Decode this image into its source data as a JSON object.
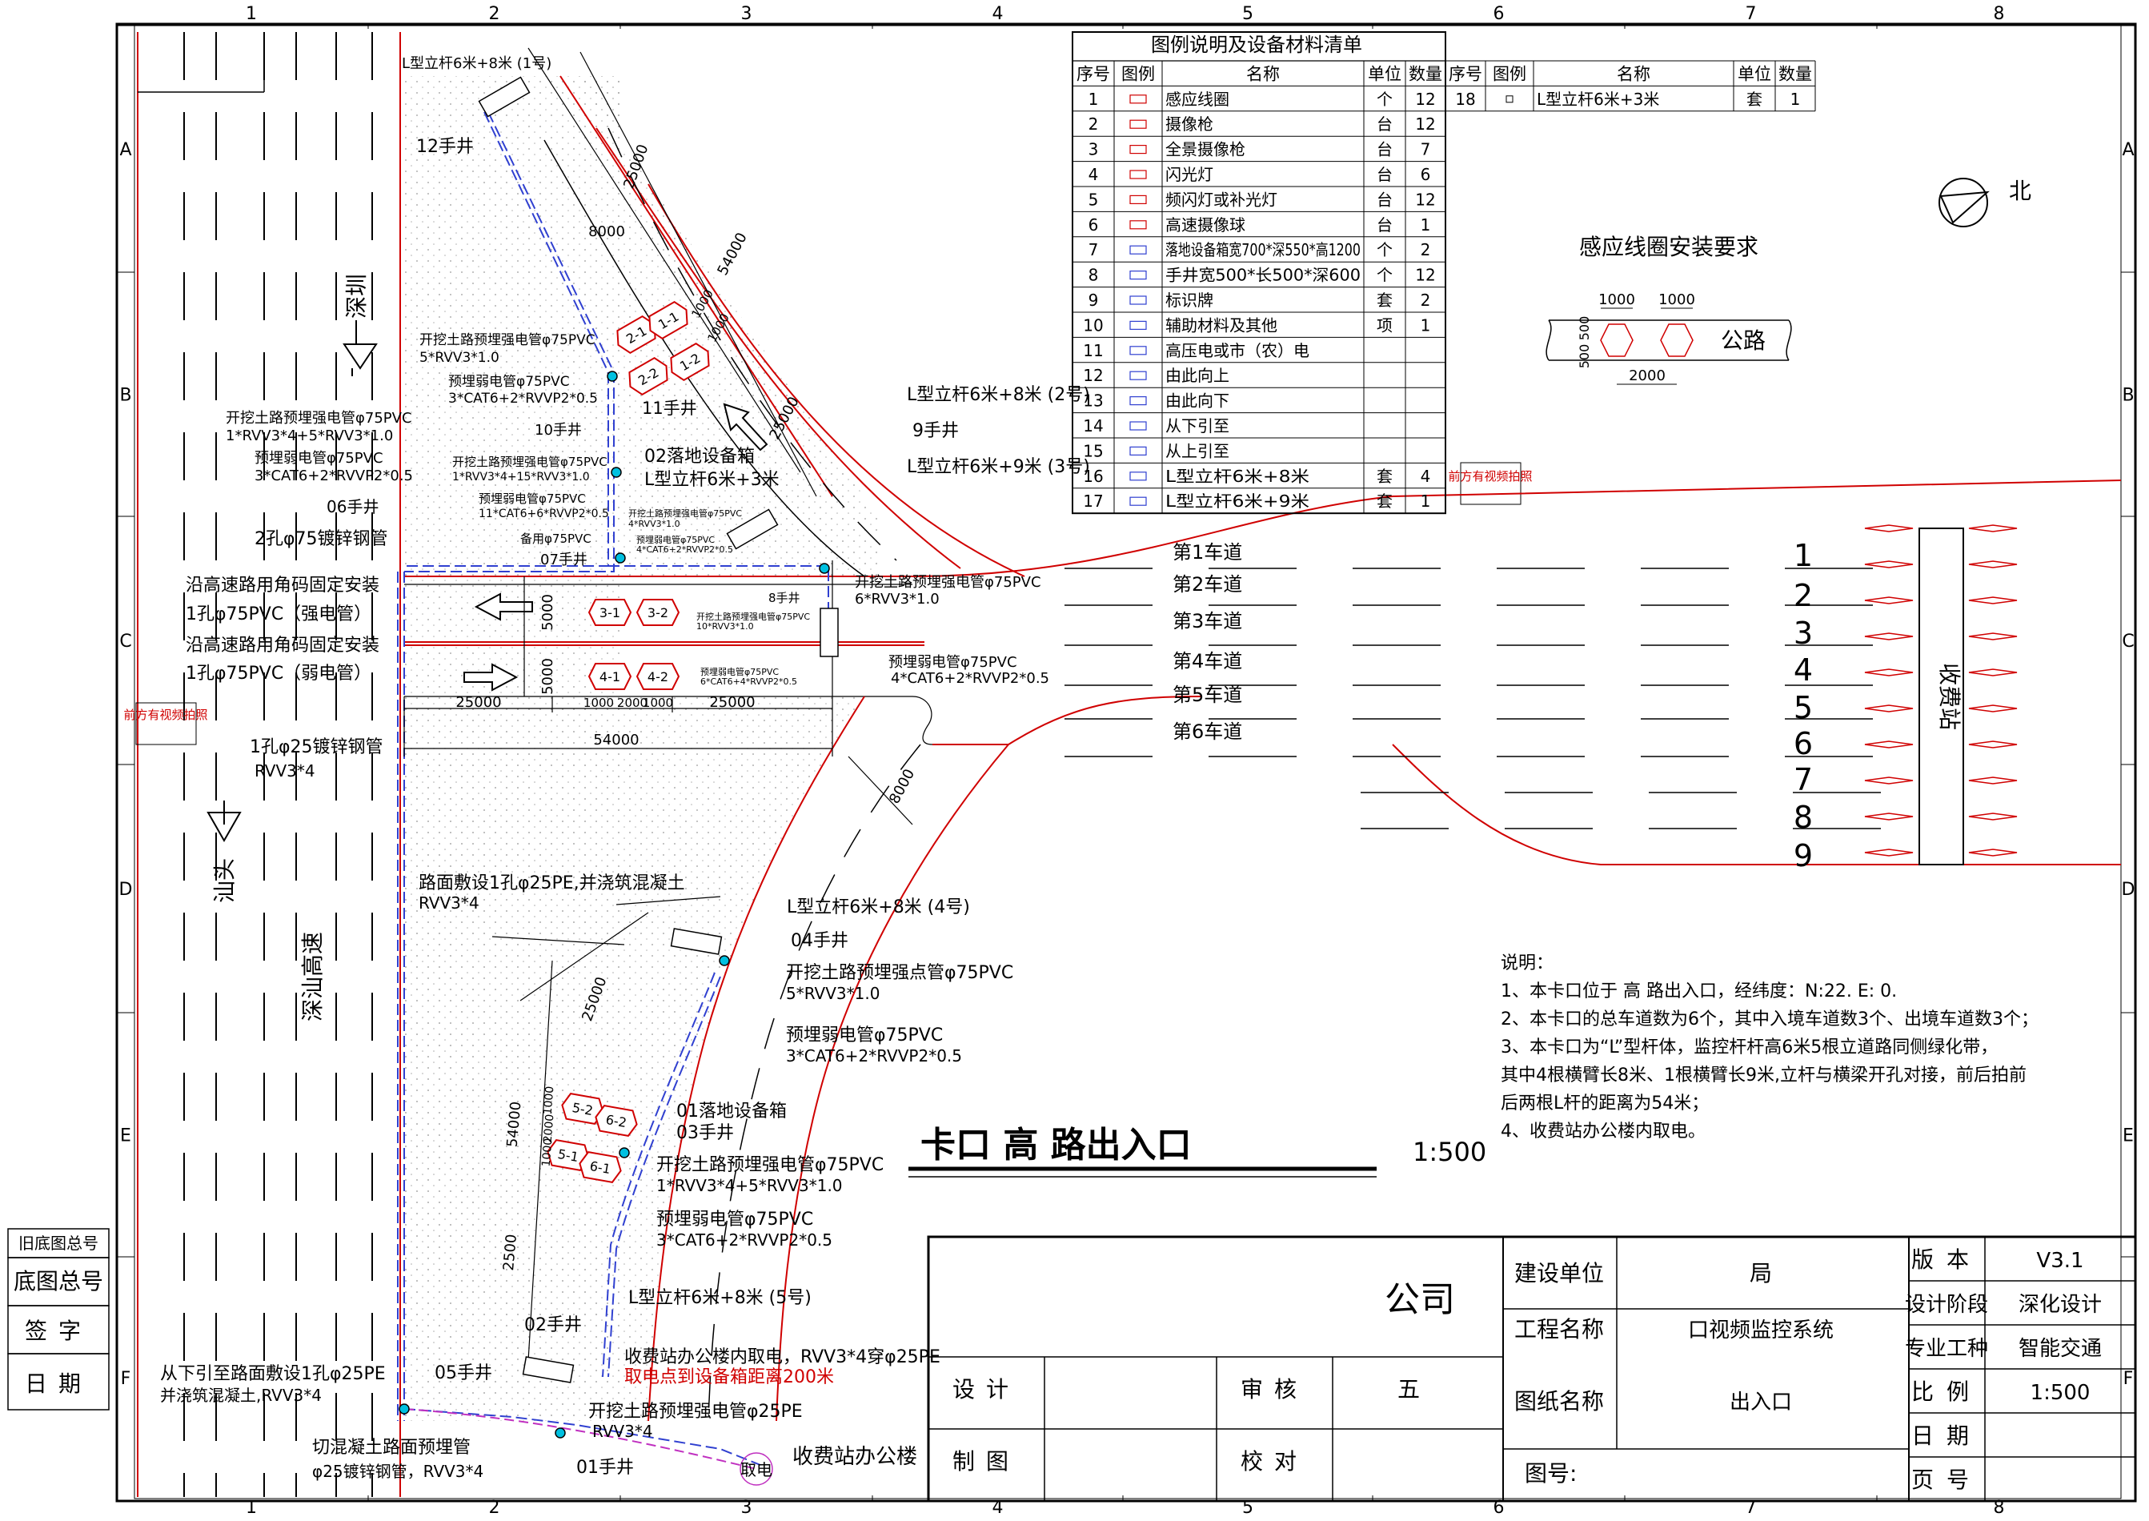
{
  "frame": {
    "cols": [
      "1",
      "2",
      "3",
      "4",
      "5",
      "6",
      "7",
      "8"
    ],
    "rows": [
      "A",
      "B",
      "C",
      "D",
      "E",
      "F"
    ]
  },
  "legend": {
    "title": "图例说明及设备材料清单",
    "headers": [
      "序号",
      "图例",
      "名称",
      "单位",
      "数量"
    ],
    "items": [
      {
        "no": "1",
        "name": "感应线圈",
        "unit": "个",
        "qty": "12"
      },
      {
        "no": "2",
        "name": "摄像枪",
        "unit": "台",
        "qty": "12"
      },
      {
        "no": "3",
        "name": "全景摄像枪",
        "unit": "台",
        "qty": "7"
      },
      {
        "no": "4",
        "name": "闪光灯",
        "unit": "台",
        "qty": "6"
      },
      {
        "no": "5",
        "name": "频闪灯或补光灯",
        "unit": "台",
        "qty": "12"
      },
      {
        "no": "6",
        "name": "高速摄像球",
        "unit": "台",
        "qty": "1"
      },
      {
        "no": "7",
        "name": "落地设备箱宽700*深550*高1200",
        "unit": "个",
        "qty": "2"
      },
      {
        "no": "8",
        "name": "手井宽500*长500*深600",
        "unit": "个",
        "qty": "12"
      },
      {
        "no": "9",
        "name": "标识牌",
        "unit": "套",
        "qty": "2"
      },
      {
        "no": "10",
        "name": "辅助材料及其他",
        "unit": "项",
        "qty": "1"
      },
      {
        "no": "11",
        "name": "高压电或市（农）电",
        "unit": "",
        "qty": ""
      },
      {
        "no": "12",
        "name": "由此向上",
        "unit": "",
        "qty": ""
      },
      {
        "no": "13",
        "name": "由此向下",
        "unit": "",
        "qty": ""
      },
      {
        "no": "14",
        "name": "从下引至",
        "unit": "",
        "qty": ""
      },
      {
        "no": "15",
        "name": "从上引至",
        "unit": "",
        "qty": ""
      },
      {
        "no": "16",
        "name": "L型立杆6米+8米",
        "unit": "套",
        "qty": "4"
      },
      {
        "no": "17",
        "name": "L型立杆6米+9米",
        "unit": "套",
        "qty": "1"
      }
    ],
    "right_items": [
      {
        "no": "18",
        "name": "L型立杆6米+3米",
        "unit": "套",
        "qty": "1"
      }
    ]
  },
  "coil": {
    "title": "感应线圈安装要求",
    "dim_w1": "1000",
    "dim_w2": "1000",
    "dim_h1": "500",
    "dim_h2": "500",
    "dim_gap": "2000",
    "road": "公路"
  },
  "north": "北",
  "lanes": [
    "第1车道",
    "第2车道",
    "第3车道",
    "第4车道",
    "第5车道",
    "第6车道"
  ],
  "lane_numbers": [
    "1",
    "2",
    "3",
    "4",
    "5",
    "6",
    "7",
    "8",
    "9"
  ],
  "toll_station": "收费站",
  "places": {
    "shenzhen": "深圳",
    "shantou": "汕头",
    "expressway": "深汕高速",
    "office": "收费站办公楼",
    "power": "取电"
  },
  "red_notes": {
    "front_video": "前方有视频拍照"
  },
  "labels": {
    "pole1": "L型立杆6米+8米 (1号)",
    "pole2": "L型立杆6米+8米 (2号)",
    "pole3": "L型立杆6米+9米 (3号)",
    "pole4": "L型立杆6米+8米 (4号)",
    "pole5": "L型立杆6米+8米 (5号)",
    "pole63": "L型立杆6米+3米",
    "w12": "12手井",
    "w11": "11手井",
    "w10": "10手井",
    "w09": "9手井",
    "w08": "8手井",
    "w07": "07手井",
    "w06": "06手井",
    "w05": "05手井",
    "w04": "04手井",
    "w03": "03手井",
    "w02": "02手井",
    "w01": "01手井",
    "box02": "02落地设备箱",
    "box01": "01落地设备箱",
    "a1": "开挖土路预埋强电管φ75PVC",
    "a1b": "5*RVV3*1.0",
    "a2": "预埋弱电管φ75PVC",
    "a2b": "3*CAT6+2*RVVP2*0.5",
    "a3": "开挖土路预埋强电管φ75PVC",
    "a3b": "1*RVV3*4+5*RVV3*1.0",
    "a4": "预埋弱电管φ75PVC",
    "a4b": "3*CAT6+2*RVVP2*0.5",
    "a5": "开挖土路预埋强电管φ75PVC",
    "a5b": "1*RVV3*4+15*RVV3*1.0",
    "a6": "预埋弱电管φ75PVC",
    "a6b": "11*CAT6+6*RVVP2*0.5",
    "a7": "开挖土路预埋强电管φ75PVC",
    "a7b": "4*RVV3*1.0",
    "a8": "预埋弱电管φ75PVC",
    "a8b": "4*CAT6+2*RVVP2*0.5",
    "a9": "备用φ75PVC",
    "a10": "2孔φ75镀锌钢管",
    "a11": "沿高速路用角码固定安装",
    "a11b": "1孔φ75PVC（强电管）",
    "a12": "沿高速路用角码固定安装",
    "a12b": "1孔φ75PVC（弱电管）",
    "a13": "1孔φ25镀锌钢管",
    "a13b": "RVV3*4",
    "a14": "开挖土路预埋强电管φ75PVC",
    "a14b": "6*RVV3*1.0",
    "a15": "开挖土路预埋强电管φ75PVC",
    "a15b": "10*RVV3*1.0",
    "a16": "预埋弱电管φ75PVC",
    "a16b": "4*CAT6+2*RVVP2*0.5",
    "a17": "预埋弱电管φ75PVC",
    "a17b": "6*CAT6+4*RVVP2*0.5",
    "a18": "路面敷设1孔φ25PE,并浇筑混凝土",
    "a18b": "RVV3*4",
    "a19": "开挖土路预埋强点管φ75PVC",
    "a19b": "5*RVV3*1.0",
    "a20": "预埋弱电管φ75PVC",
    "a20b": "3*CAT6+2*RVVP2*0.5",
    "a21": "开挖土路预埋强电管φ75PVC",
    "a21b": "1*RVV3*4+5*RVV3*1.0",
    "a22": "预埋弱电管φ75PVC",
    "a22b": "3*CAT6+2*RVVP2*0.5",
    "a23": "从下引至路面敷设1孔φ25PE",
    "a23b": "并浇筑混凝土,RVV3*4",
    "a24": "切混凝土路面预埋管",
    "a24b": "φ25镀锌钢管，RVV3*4",
    "a25": "收费站办公楼内取电，RVV3*4穿φ25PE",
    "a26": "取电点到设备箱距离200米",
    "a27": "开挖土路预埋强电管φ25PE",
    "a27b": "RVV3*4"
  },
  "dims": {
    "d25000a": "25000",
    "d54000a": "54000",
    "d8000a": "8000",
    "d25000b": "25000",
    "d1000a": "1000",
    "d1000b": "1000",
    "d5000a": "5000",
    "d5000b": "5000",
    "d25000c": "25000",
    "d25000d": "25000",
    "d1000c": "1000",
    "d2000c": "2000",
    "d1000d": "1000",
    "d54000b": "54000",
    "d8000b": "8000",
    "d25000e": "25000",
    "d54000c": "54000",
    "d2500": "2500",
    "d1000e": "1000",
    "d2000e": "2000",
    "d1000f": "1000"
  },
  "coil_tags": [
    "2-1",
    "1-1",
    "2-2",
    "1-2",
    "3-1",
    "3-2",
    "4-1",
    "4-2",
    "5-2",
    "6-2",
    "5-1",
    "6-1"
  ],
  "plan_title": "卡口 高 路出入口",
  "scale_label": "1:500",
  "notes": {
    "title": "说明：",
    "lines": [
      "1、本卡口位于 高 路出入口，经纬度：N:22. E: 0.",
      "2、本卡口的总车道数为6个，其中入境车道数3个、出境车道数3个；",
      "3、本卡口为“L”型杆体，监控杆杆高6米5根立道路同侧绿化带，",
      "其中4根横臂长8米、1根横臂长9米,立杆与横梁开孔对接，前后拍前",
      "后两根L杆的距离为54米；",
      "4、收费站办公楼内取电。"
    ]
  },
  "titleblock": {
    "company": "公司",
    "k_build": "建设单位",
    "v_build": "局",
    "k_project": "工程名称",
    "v_project": "口视频监控系统",
    "k_drawing": "图纸名称",
    "v_drawing": "出入口",
    "k_design": "设计",
    "k_review": "审核",
    "v_review": "五",
    "k_draw": "制图",
    "k_check": "校对",
    "k_no": "图号:",
    "k_version": "版本",
    "v_version": "V3.1",
    "k_stage": "设计阶段",
    "v_stage": "深化设计",
    "k_major": "专业工种",
    "v_major": "智能交通",
    "k_scale": "比例",
    "v_scale": "1:500",
    "k_date": "日期",
    "k_page": "页号"
  },
  "side": {
    "old": "旧底图总号",
    "base": "底图总号",
    "sign": "签字",
    "date": "日期"
  }
}
